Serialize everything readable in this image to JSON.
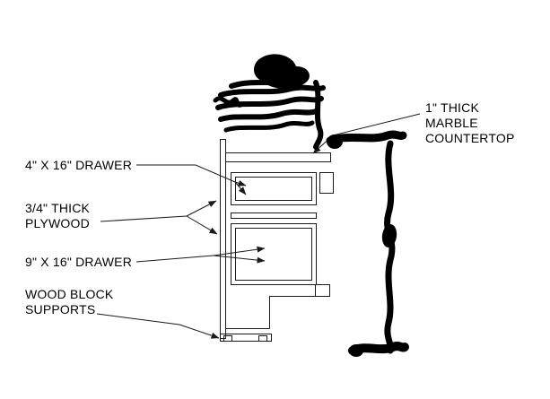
{
  "diagram": {
    "type": "cad-section-drawing",
    "subject": "vanity cabinet cross-section with marble countertop and drawers",
    "colors": {
      "background": "#ffffff",
      "line": "#1a1a1a",
      "marker_scribble": "#000000",
      "text": "#000000"
    }
  },
  "labels": {
    "countertop": [
      "1\" THICK",
      "MARBLE",
      "COUNTERTOP"
    ],
    "drawer_top": "4\" X 16\" DRAWER",
    "plywood": [
      "3/4\" THICK",
      "PLYWOOD"
    ],
    "drawer_bottom": "9\" X 16\" DRAWER",
    "supports": [
      "WOOD BLOCK",
      "SUPPORTS"
    ]
  }
}
